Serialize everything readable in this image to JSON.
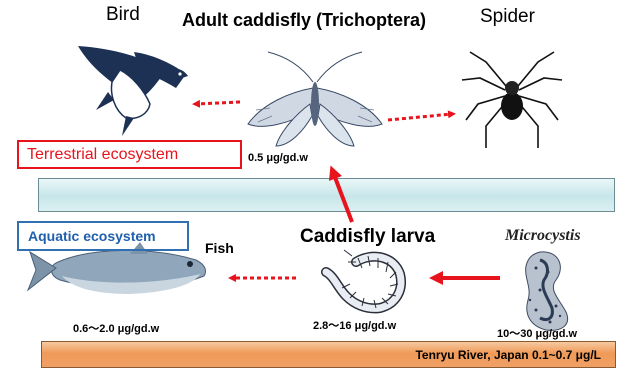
{
  "labels": {
    "adult_caddisfly": "Adult caddisfly (Trichoptera)",
    "bird": "Bird",
    "spider": "Spider",
    "fish": "Fish",
    "caddisfly_larva": "Caddisfly larva",
    "microcystis": "Microcystis"
  },
  "concentrations": {
    "adult": "0.5 μg/gd.w",
    "fish": "0.6～2.0 μg/gd.w",
    "larva": "2.8～16 μg/gd.w",
    "microcystis": "10～30 μg/gd.w"
  },
  "ecosystems": {
    "terrestrial": "Terrestrial ecosystem",
    "aquatic": "Aquatic ecosystem"
  },
  "river": "Tenryu River, Japan 0.1~0.7 μg/L",
  "colors": {
    "arrow": "#e8141d",
    "terrestrial_border": "#e8141d",
    "aquatic_border": "#2f6fb2",
    "river_bar": "#ef9a58",
    "water_band": "#c7e6ea"
  }
}
